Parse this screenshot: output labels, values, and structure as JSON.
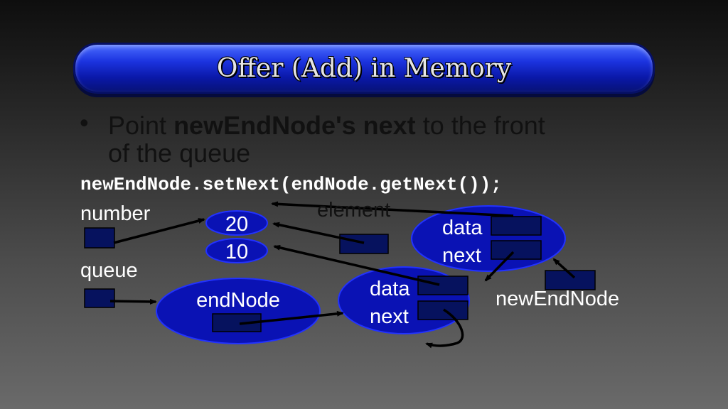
{
  "title": "Offer (Add) in Memory",
  "bullet": {
    "dot": "•",
    "line1_pre": "Point ",
    "line1_bold": "newEndNode's next",
    "line1_post": " to the front",
    "line2": "of the queue"
  },
  "code": "newEndNode.setNext(endNode.getNext());",
  "labels": {
    "number": "number",
    "queue": "queue",
    "element": "element",
    "newEndNode": "newEndNode",
    "endNode": "endNode"
  },
  "values": {
    "v20": "20",
    "v10": "10"
  },
  "node1": {
    "data": "data",
    "next": "next"
  },
  "node2": {
    "data": "data",
    "next": "next"
  },
  "colors": {
    "node_fill": "#0a12b4",
    "node_stroke": "#2232ff",
    "box_fill": "#06125e",
    "arrow": "#000000"
  }
}
